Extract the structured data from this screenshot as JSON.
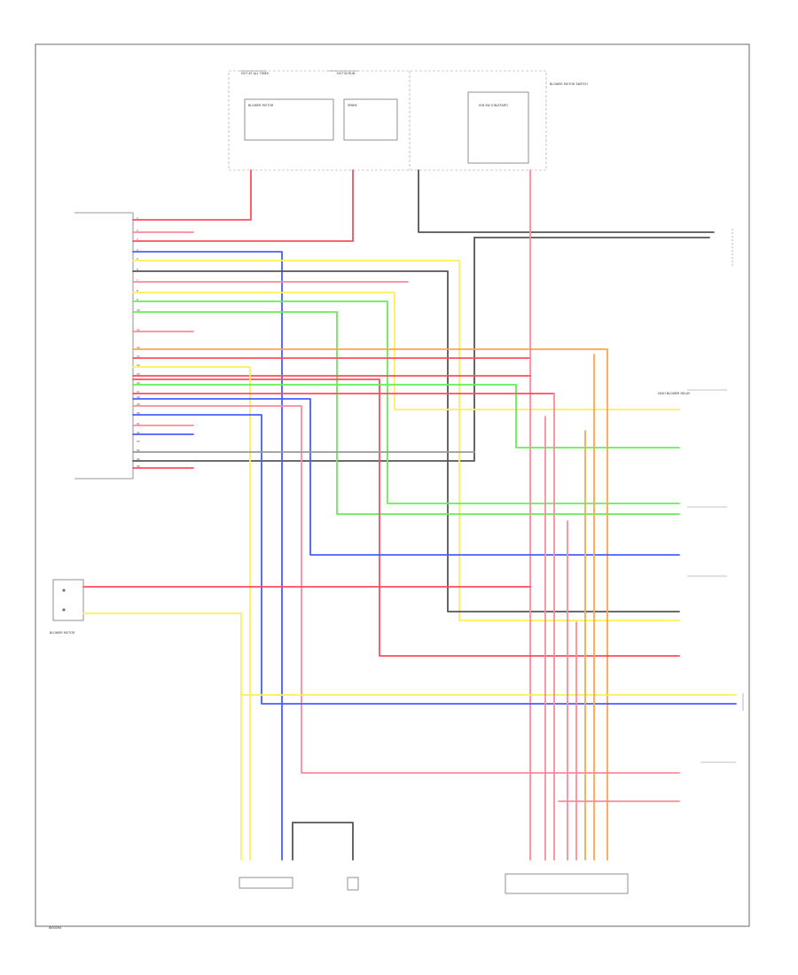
{
  "module_labels": [
    "BLOWER MOTOR",
    "SPARE",
    "IGN SW (ON/START)",
    "BLOWER MOTOR SWITCH",
    "HIGH BLOWER RELAY",
    "BLOWER MOTOR",
    "HOT AT ALL TIMES",
    "HOT IN RUN"
  ],
  "pin_labels": [
    "1",
    "2",
    "3",
    "4",
    "5",
    "6",
    "7",
    "8",
    "9",
    "10",
    "11",
    "12",
    "13",
    "14",
    "15",
    "16",
    "17",
    "18",
    "19",
    "20",
    "21",
    "22",
    "23",
    "24",
    "25",
    "26"
  ],
  "footer_code": "W00094",
  "colors": {
    "red": "#ff4d5e",
    "pink": "#ff8a9a",
    "yellow": "#ffef5a",
    "blue": "#4a5cff",
    "green": "#66ee55",
    "orange": "#ffa64d",
    "gray": "#9a9a9a",
    "dark": "#555555",
    "frame": "#6a6a6a"
  }
}
